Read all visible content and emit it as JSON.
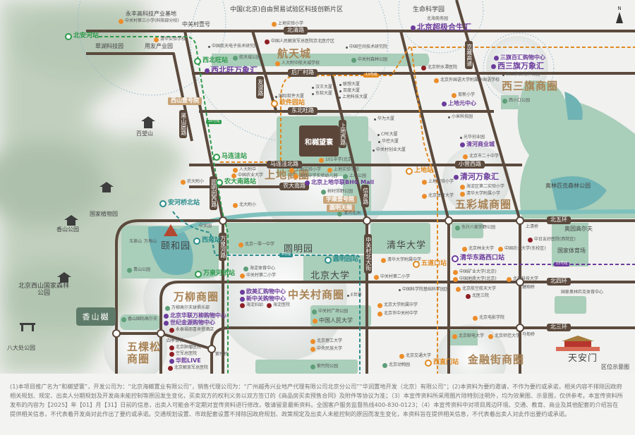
{
  "compass": "N",
  "caption": "区位示意图",
  "project": {
    "name": "和樾望寰",
    "west_project": "香山樾"
  },
  "regions": [
    "中国(北京)自由贸易试验区科技创新片区",
    "永丰高科技产业基地",
    "生命科学园",
    "北海商务园",
    "翠湖科技园",
    "用友产业园",
    "中关村壹号"
  ],
  "business_districts": [
    "航天城",
    "上地商圈",
    "中关村商圈",
    "万柳商圈",
    "五棵松商圈",
    "西三旗商圈",
    "五彩城商圈",
    "金融街商圈"
  ],
  "landmarks": [
    "颐和园",
    "圆明园",
    "清华大学",
    "北京大学",
    "天安门",
    "玉泉山",
    "万寿山",
    "百望山",
    "国家植物园",
    "香山公园",
    "北京西山国家森林公园",
    "八大处公园",
    "奥林匹克森林公园",
    "国家体育场",
    "奥园高尔夫"
  ],
  "roads": [
    "北清路",
    "后厂村路",
    "东北旺路",
    "马连洼北路",
    "农大南路",
    "小营西路",
    "北五环",
    "北四环",
    "北三环",
    "黑山扈路",
    "友谊路",
    "圆明园西路",
    "上地西路",
    "京藏高速",
    "万泉河路",
    "中关村北大街",
    "信息路"
  ],
  "stations": [
    {
      "name": "北安河站",
      "color": "#2f9a4c"
    },
    {
      "name": "西北旺站",
      "color": "#2f9a4c"
    },
    {
      "name": "马连洼站",
      "color": "#2f9a4c"
    },
    {
      "name": "农大南路站",
      "color": "#2f9a4c"
    },
    {
      "name": "软件园站",
      "color": "#e0891f"
    },
    {
      "name": "上地站",
      "color": "#e0891f"
    },
    {
      "name": "五道口站",
      "color": "#e0891f"
    },
    {
      "name": "西直门站",
      "color": "#e0891f"
    },
    {
      "name": "安河桥北站",
      "color": "#2a8d8c"
    },
    {
      "name": "西苑站",
      "color": "#2a8d8c"
    },
    {
      "name": "圆明园站",
      "color": "#2a8d8c"
    },
    {
      "name": "万泉河桥站",
      "color": "#2f9a4c"
    },
    {
      "name": "清华东路西口站",
      "color": "#6c3c9c"
    }
  ],
  "subway_lines": [
    "16号线",
    "13号线",
    "4号线",
    "15号线"
  ],
  "malls": [
    "西北旺万象汇",
    "北京超极合生汇",
    "三旗百汇购物中心",
    "西三旗万象汇",
    "上地元中心",
    "清河商业城",
    "清河万象汇",
    "北京上地华联BHG Mall",
    "欧美汇购物中心",
    "新中关购物中心",
    "北京华联万柳购物中心",
    "世纪金源购物中心",
    "华熙LIVE"
  ],
  "tags": [
    "西山壹号院",
    "字顺壹号院",
    "圆明天颐"
  ],
  "schools": [
    "中关村第三小学(科阳部分校)",
    "清华实验学校",
    "上地实验小学",
    "人大附中航天城学校",
    "北京外国语大学附属外国语学校",
    "育新小学",
    "北京市二十中学",
    "海淀区第二实验小学",
    "清华大学附属小学",
    "人大附中",
    "中国农业大学",
    "农大附小",
    "上地实验小学",
    "上地实验学校",
    "101中学(北京)",
    "101中学实验幼儿园",
    "上地实验小学",
    "北京体育大学",
    "北大附小",
    "北京一零一中学",
    "清华大学附属中学",
    "中关村第二小学",
    "北京大学附属中学",
    "北京市中关村中学",
    "中关村第二小学",
    "北京林业大学",
    "中国农业大学(东校区)",
    "中国矿业大学(北京)",
    "中国地质大学(北京)",
    "北京科技大学",
    "北京航空航天大学",
    "北京电影学院",
    "北京邮电大学",
    "北京师范大学",
    "北京交通大学",
    "北京理工大学",
    "中央民族大学",
    "中国人民大学"
  ],
  "hospitals": [
    "中国人民解放军总医院京北医疗区",
    "北京积水潭医院",
    "中日友好医院(西院区)",
    "北医三院",
    "海淀妇幼",
    "海淀医院",
    "北京肿瘤医院",
    "空军总医院",
    "北京解放军总医院"
  ],
  "parks": [
    "航天城公园",
    "中关村森林公园",
    "西小口公园",
    "东升八家郊野公园",
    "树村郊野公园",
    "上地公园",
    "清河北洲",
    "青山公园",
    "香山国际高尔夫",
    "万柳高尔夫球俱乐部",
    "中关村广场公园",
    "紫竹院公园",
    "海淀体育中心",
    "北京动物园"
  ],
  "pois": [
    "中国航天电子技术研究院",
    "中国空间技术研究院",
    "国际软件大厦",
    "汉王大厦",
    "东软大厦",
    "联想大厦",
    "百度大厦",
    "上地科技大厦",
    "华为大厦",
    "CPE大厦",
    "华控大厦",
    "中关村创业大厦",
    "小米科技园",
    "光华创业园",
    "西三旗文化科技园",
    "上清桥",
    "健翔桥",
    "马甸桥",
    "紫竹桥",
    "四季青桥",
    "中关园",
    "E世界",
    "中国科学院基础科学园区",
    "国家奥林匹克体育中心",
    "永泰福朋喜来登酒店"
  ],
  "disclaimer": "(1)本项目推广名为“和樾望寰”，开发公司为：“北京海樾置业有限公司”，销售代理公司为：“广州越秀兴业地产代理有限公司北京分公司”“华润置地开发（北京）有限公司”；(2)本资料为要约邀请，不作为要约或承诺，相关内容不排除因政府相关规划、规定、出卖人分期规划及开发商未能控制等原因发生变化，买卖双方的权利义务以双方签订的《商品房买卖预售合同》及附件等协议为准；（3）本宣传资料所采用图片除特别注明外，均为效果图、示意图，仅供参考。本宣传资料所发布的内容为【2025】年【01】月【31】日前的信息，出卖人可能会不定期对宣传资料进行修改，敬请留意最新资料。全国客户服务监督热线400-830-0123；（4）本宣传资料中对项目周边环境、交通、教育、商业及其他配套的介绍旨在提供相关信息，不代表着开发商对此作出了要约或承诺。交通规划设置、市政配套设置不排除因政府规划、政策规定及出卖人未能控制的原因而发生变化，本资料旨在提供相关信息，不代表着出卖人对此作出要约或承诺。"
}
